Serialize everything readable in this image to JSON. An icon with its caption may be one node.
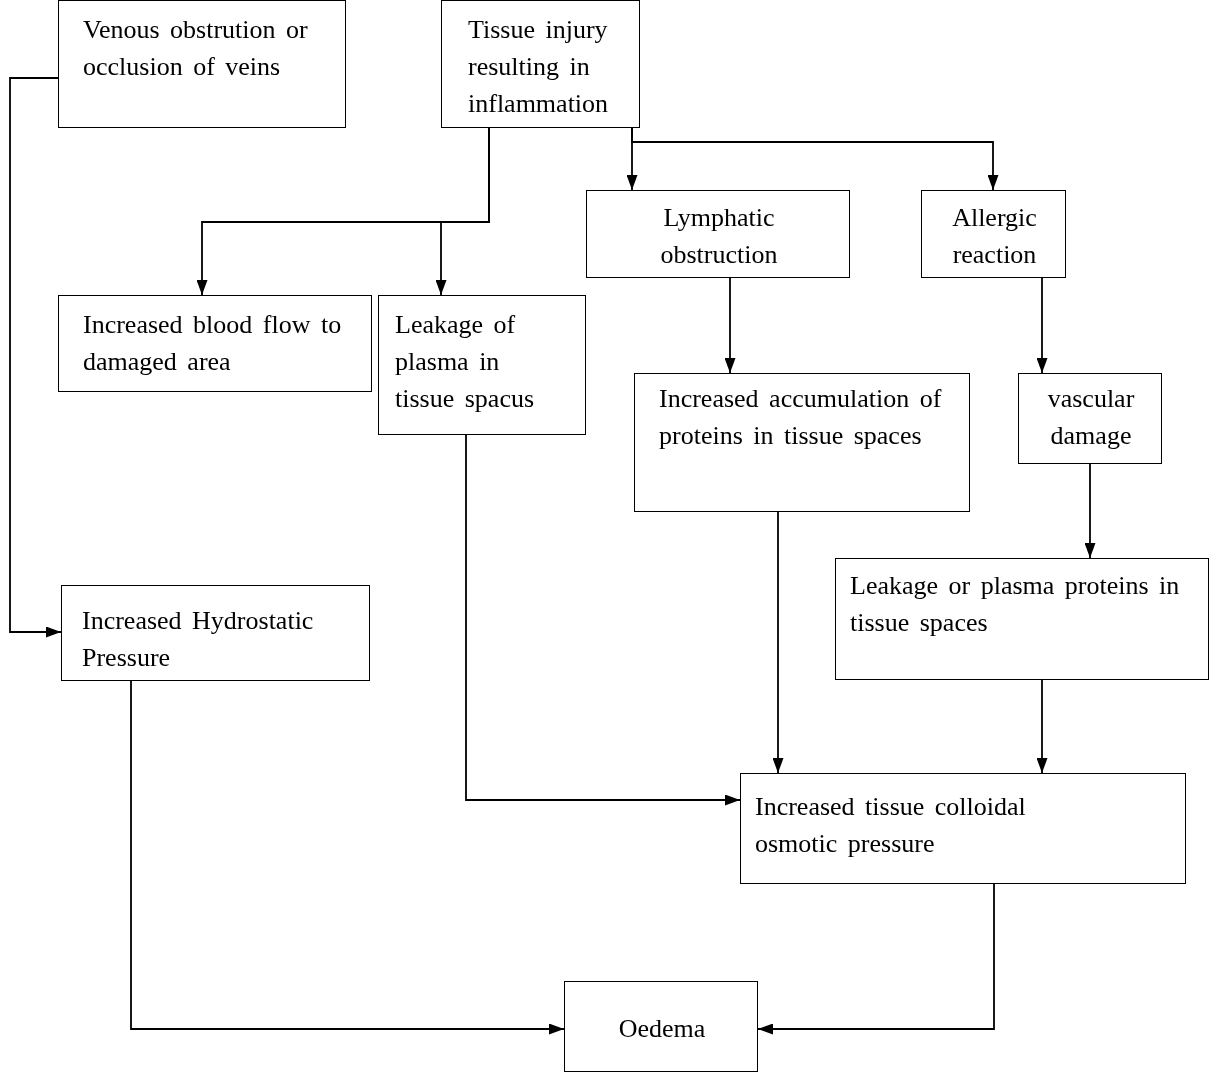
{
  "diagram": {
    "nodes": [
      {
        "text": [
          "Venous obstrution or occlusion of veins"
        ]
      },
      {
        "text": [
          "Tissue injury resulting in inflammation"
        ]
      },
      {
        "text": [
          "Lymphatic obstruction"
        ]
      },
      {
        "text": [
          "Allergic reaction"
        ]
      },
      {
        "text": [
          "Increased blood flow to damaged area"
        ]
      },
      {
        "text": [
          "Leakage of plasma in tissue spacus"
        ]
      },
      {
        "text": [
          "Increased accumulation of proteins in tissue spaces"
        ]
      },
      {
        "text": [
          "vascular damage"
        ]
      },
      {
        "text": [
          "Increased Hydrostatic Pressure"
        ]
      },
      {
        "text": [
          "Leakage or plasma proteins in tissue spaces"
        ]
      },
      {
        "text": [
          "Increased tissue colloidal osmotic pressure"
        ]
      },
      {
        "text": [
          "Oedema"
        ]
      }
    ],
    "edges": [
      {
        "from": 0,
        "to": 8,
        "arrow": "to"
      },
      {
        "from": 1,
        "to": 4,
        "arrow": "to"
      },
      {
        "from": 1,
        "to": 5,
        "arrow": "to"
      },
      {
        "from": 1,
        "to": 2,
        "arrow": "to"
      },
      {
        "from": 1,
        "to": 3,
        "arrow": "to"
      },
      {
        "from": 2,
        "to": 6,
        "arrow": "to"
      },
      {
        "from": 3,
        "to": 7,
        "arrow": "to"
      },
      {
        "from": 7,
        "to": 9,
        "arrow": "to"
      },
      {
        "from": 5,
        "to": 10,
        "arrow": "to"
      },
      {
        "from": 6,
        "to": 10,
        "arrow": "to"
      },
      {
        "from": 9,
        "to": 10,
        "arrow": "to"
      },
      {
        "from": 8,
        "to": 11,
        "arrow": "to"
      },
      {
        "from": 10,
        "to": 11,
        "arrow": "to"
      }
    ]
  }
}
